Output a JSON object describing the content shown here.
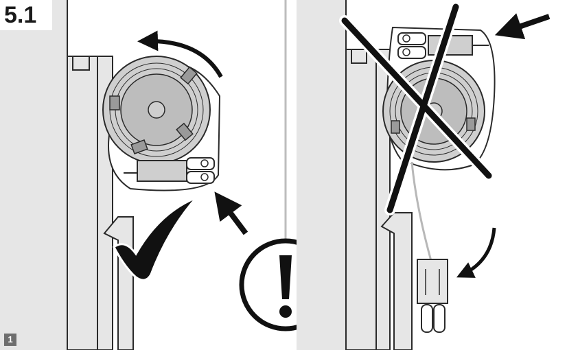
{
  "step": {
    "number": "5.1"
  },
  "figure": {
    "number": "1"
  },
  "colors": {
    "wall": "#e6e6e6",
    "outline": "#2a2a2a",
    "reel": "#cfcfcf",
    "reel_hub": "#bdbdbd",
    "fiber": "#9a9a9a",
    "mark": "#111111",
    "background": "#ffffff"
  },
  "panels": [
    {
      "role": "correct",
      "symbol": "check-mark",
      "arrows": [
        "rotation-arrow",
        "pointer-arrow"
      ]
    },
    {
      "role": "incorrect",
      "symbol": "cross-mark",
      "arrows": [
        "pointer-arrow",
        "swing-arrow"
      ]
    }
  ],
  "warning": {
    "symbol": "exclamation-in-circle"
  }
}
